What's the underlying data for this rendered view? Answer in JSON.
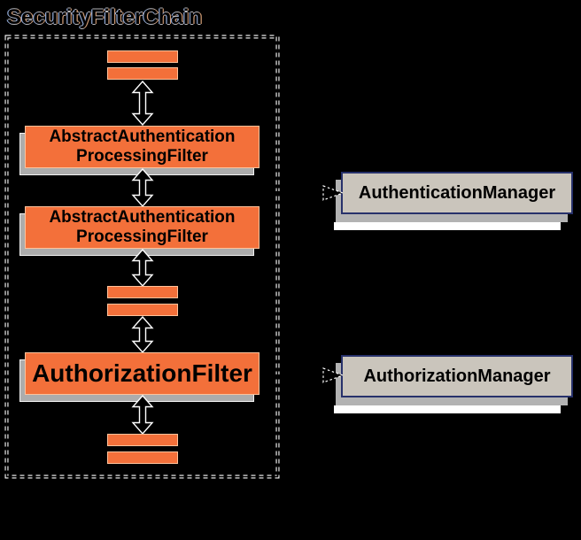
{
  "title": "SecurityFilterChain",
  "chain": {
    "filters": [
      {
        "line1": "AbstractAuthentication",
        "line2": "ProcessingFilter"
      },
      {
        "line1": "AbstractAuthentication",
        "line2": "ProcessingFilter"
      }
    ],
    "authorization_filter": {
      "label": "AuthorizationFilter"
    }
  },
  "managers": {
    "authentication": {
      "label": "AuthenticationManager"
    },
    "authorization": {
      "label": "AuthorizationManager"
    }
  },
  "icons": {
    "bidirectional_arrow": "↕",
    "delegation_arrowhead": "►"
  },
  "colors": {
    "background": "#000000",
    "filter_orange": "#F3703A",
    "filter_orange_edge": "#FFC29B",
    "filter_shadow": "#ACACAC",
    "manager_fill": "#CAC5BC",
    "manager_border": "#27316B",
    "manager_shadow": "#B3B3B3",
    "arrow_outline": "#FFFFFF",
    "text": "#000000"
  }
}
